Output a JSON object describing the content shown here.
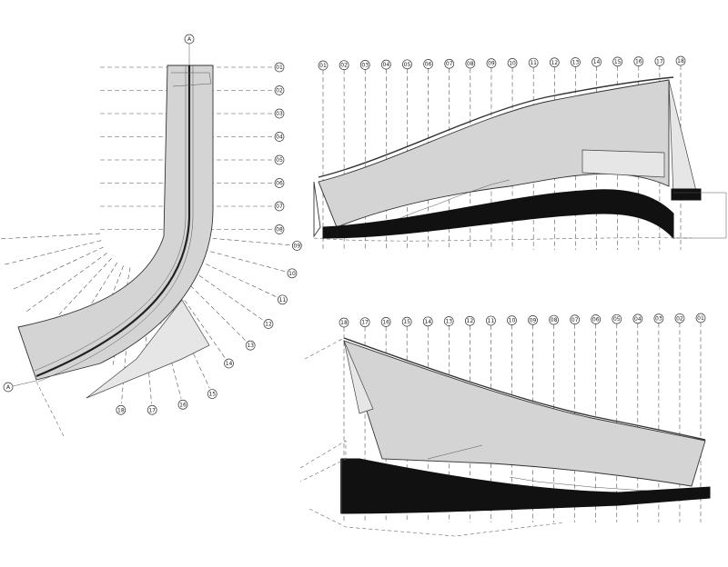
{
  "plan": {
    "section_marker": "A",
    "grid_labels": [
      "01",
      "02",
      "03",
      "04",
      "05",
      "06",
      "07",
      "08",
      "09",
      "10",
      "11",
      "12",
      "13",
      "14",
      "15",
      "16",
      "17",
      "18"
    ]
  },
  "elevation_top": {
    "grid_labels": [
      "01",
      "02",
      "03",
      "04",
      "05",
      "06",
      "07",
      "08",
      "09",
      "10",
      "11",
      "12",
      "13",
      "14",
      "15",
      "16",
      "17",
      "18"
    ]
  },
  "elevation_bottom": {
    "grid_labels": [
      "18",
      "17",
      "16",
      "15",
      "14",
      "13",
      "12",
      "11",
      "10",
      "09",
      "08",
      "07",
      "06",
      "05",
      "04",
      "03",
      "02",
      "01"
    ]
  }
}
